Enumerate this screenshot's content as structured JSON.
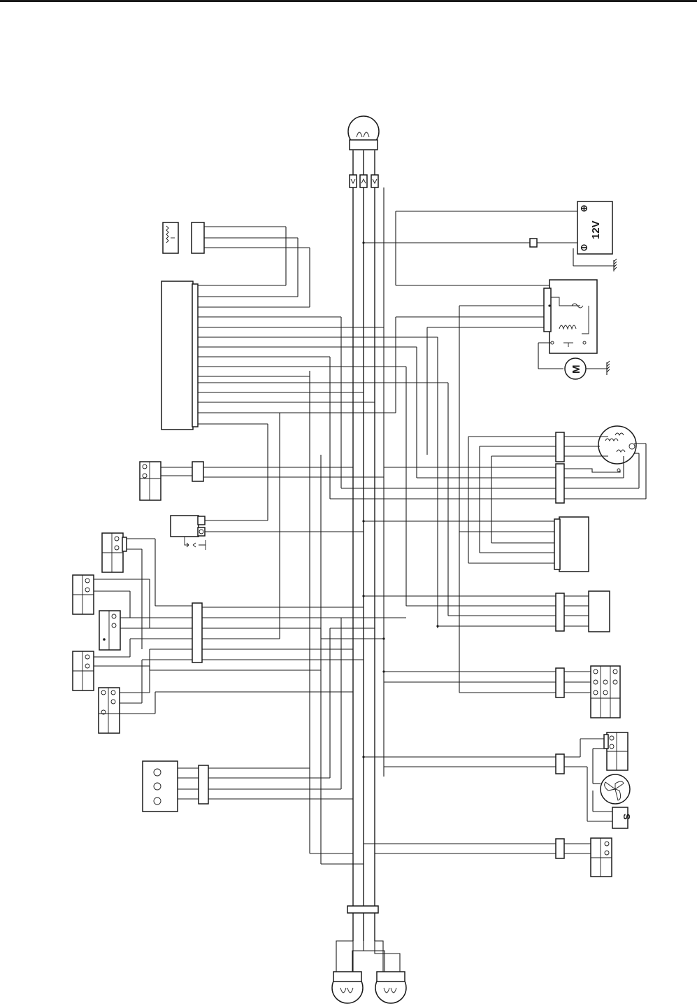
{
  "battery": {
    "voltage_label": "12V",
    "positive_symbol": "⊕",
    "negative_symbol": "⊖"
  },
  "motor": {
    "symbol": "M"
  },
  "flasher_relay_symbol": "S"
}
